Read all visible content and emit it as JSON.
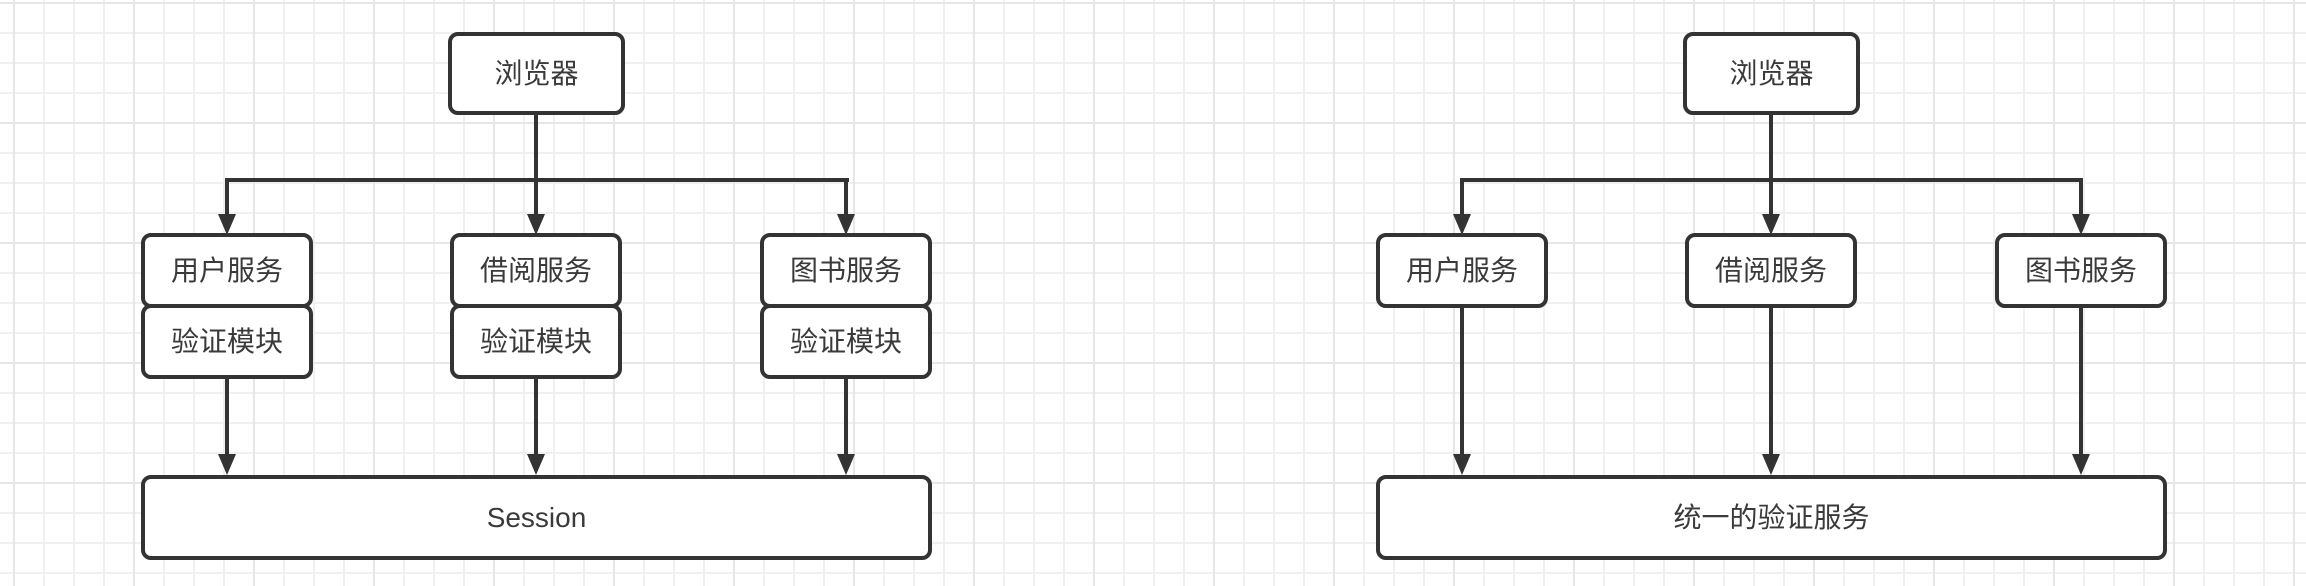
{
  "colors": {
    "stroke": "#333333",
    "text": "#3a3a3a",
    "fill": "#ffffff",
    "bg": "#ffffff",
    "grid_minor": "#f0f0f0",
    "grid_major": "#e7e7e7"
  },
  "left_diagram": {
    "browser": "浏览器",
    "columns": [
      {
        "service": "用户服务",
        "module": "验证模块"
      },
      {
        "service": "借阅服务",
        "module": "验证模块"
      },
      {
        "service": "图书服务",
        "module": "验证模块"
      }
    ],
    "bottom": "Session"
  },
  "right_diagram": {
    "browser": "浏览器",
    "services": [
      "用户服务",
      "借阅服务",
      "图书服务"
    ],
    "bottom": "统一的验证服务"
  }
}
